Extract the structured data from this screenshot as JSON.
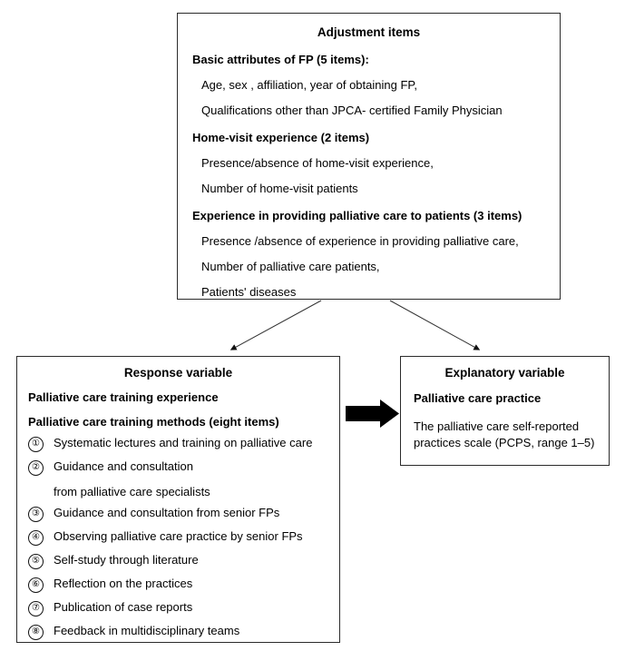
{
  "diagram": {
    "top_box": {
      "title": "Adjustment items",
      "groups": [
        {
          "heading": "Basic attributes of FP (5 items):",
          "items": [
            "Age, sex , affiliation, year of obtaining FP,",
            "Qualifications other than JPCA- certified Family Physician"
          ]
        },
        {
          "heading": "Home-visit experience (2 items)",
          "items": [
            "Presence/absence of home-visit experience,",
            "Number of home-visit patients"
          ]
        },
        {
          "heading": "Experience in providing palliative care to patients (3 items)",
          "items": [
            "Presence /absence of experience in providing palliative care,",
            "Number of palliative care patients,",
            "Patients' diseases"
          ]
        }
      ]
    },
    "left_box": {
      "title": "Response variable",
      "subtitle": "Palliative care training experience",
      "methods_heading": "Palliative care training methods (eight items)",
      "methods": [
        {
          "num": "①",
          "text": "Systematic lectures and training on palliative care",
          "continuation": ""
        },
        {
          "num": "②",
          "text": "Guidance and consultation",
          "continuation": "from palliative care specialists"
        },
        {
          "num": "③",
          "text": "Guidance and consultation from senior FPs",
          "continuation": ""
        },
        {
          "num": "④",
          "text": "Observing palliative care practice by senior FPs",
          "continuation": ""
        },
        {
          "num": "⑤",
          "text": "Self-study through literature",
          "continuation": ""
        },
        {
          "num": "⑥",
          "text": "Reflection on the practices",
          "continuation": ""
        },
        {
          "num": "⑦",
          "text": "Publication of case reports",
          "continuation": ""
        },
        {
          "num": "⑧",
          "text": "Feedback in multidisciplinary teams",
          "continuation": ""
        }
      ]
    },
    "right_box": {
      "title": "Explanatory variable",
      "subtitle": "Palliative care practice",
      "description": "The palliative care self-reported practices scale (PCPS, range 1–5)"
    },
    "colors": {
      "line": "#2b2b2b",
      "arrow_fill": "#000000",
      "background": "#ffffff"
    }
  }
}
